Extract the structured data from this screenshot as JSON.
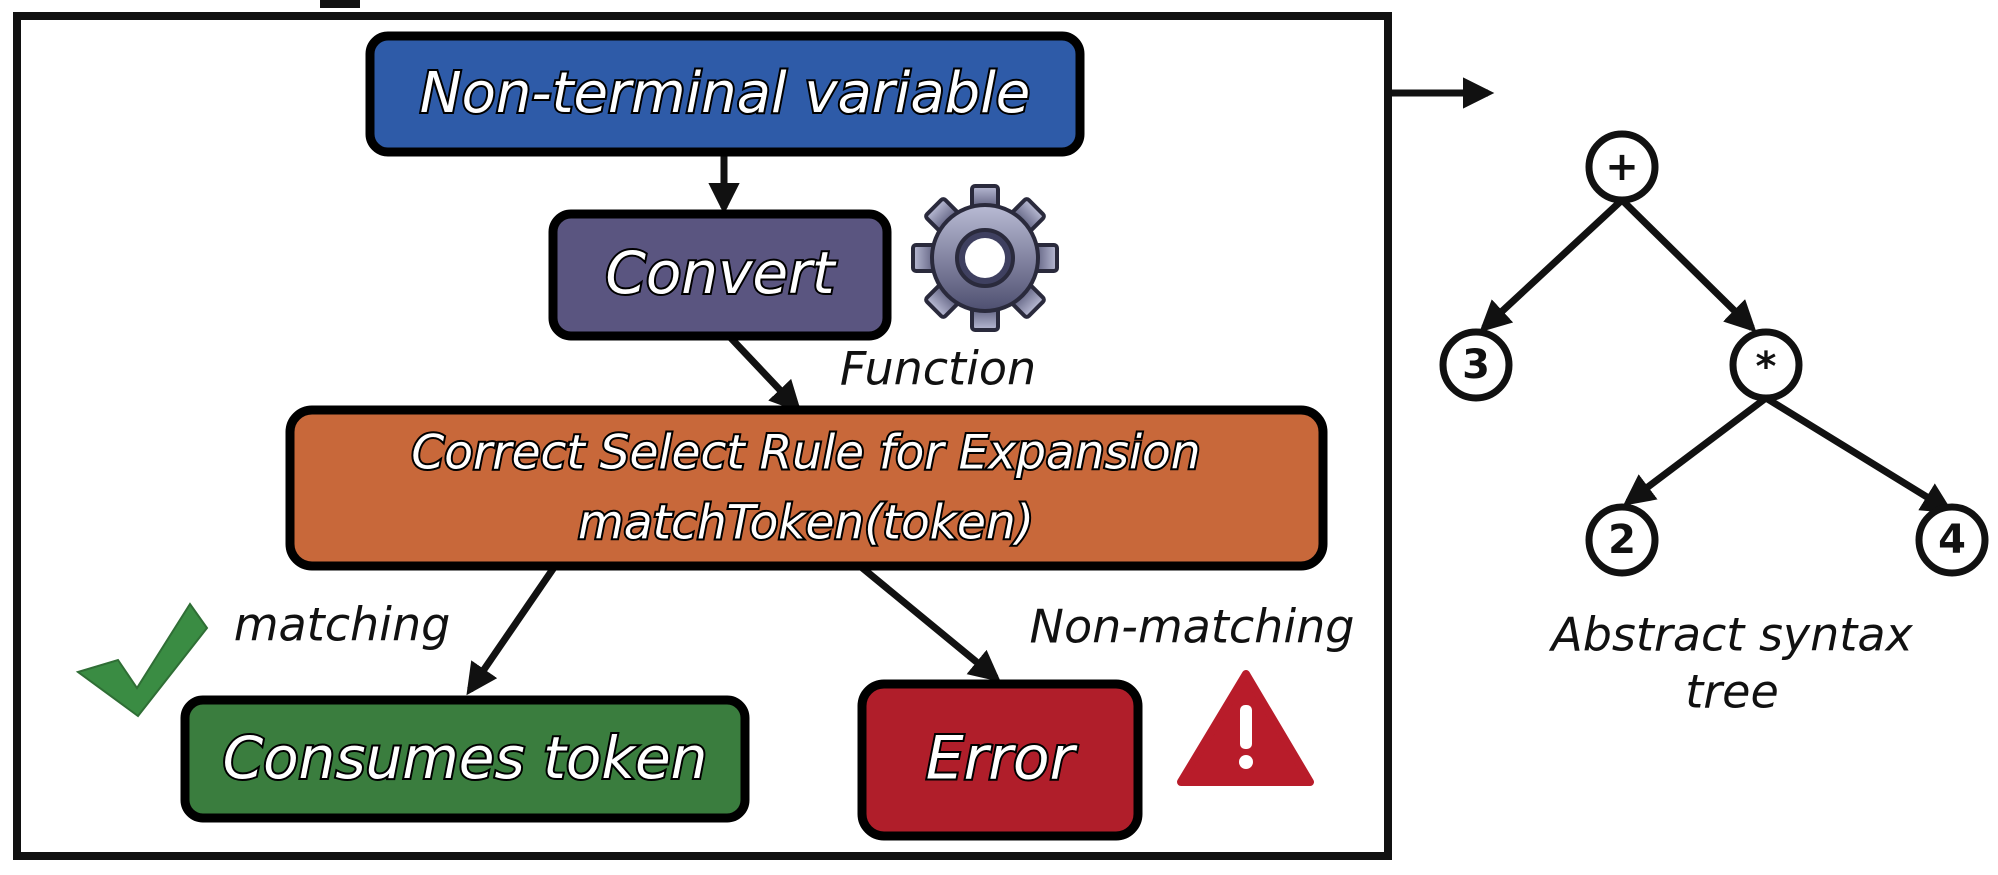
{
  "flowchart": {
    "nodes": {
      "non_terminal": {
        "label": "Non-terminal variable",
        "color": "#2E5BA8"
      },
      "convert": {
        "label": "Convert",
        "color": "#5A5580"
      },
      "select_rule": {
        "line1": "Correct Select Rule for Expansion",
        "line2": "matchToken(token)",
        "color": "#C8683A"
      },
      "consumes": {
        "label": "Consumes token",
        "color": "#3A7D3E"
      },
      "error": {
        "label": "Error",
        "color": "#B01E2A"
      }
    },
    "labels": {
      "function": "Function",
      "matching": "matching",
      "non_matching": "Non-matching"
    },
    "icons": {
      "gear": "gear-icon",
      "check": "checkmark-icon",
      "warning": "warning-icon",
      "check_color": "#3A8C43",
      "warning_color": "#B81C2A"
    }
  },
  "ast": {
    "caption_line1": "Abstract syntax",
    "caption_line2": "tree",
    "nodes": {
      "root": "+",
      "left": "3",
      "mul": "*",
      "mul_left": "2",
      "mul_right": "4"
    }
  }
}
